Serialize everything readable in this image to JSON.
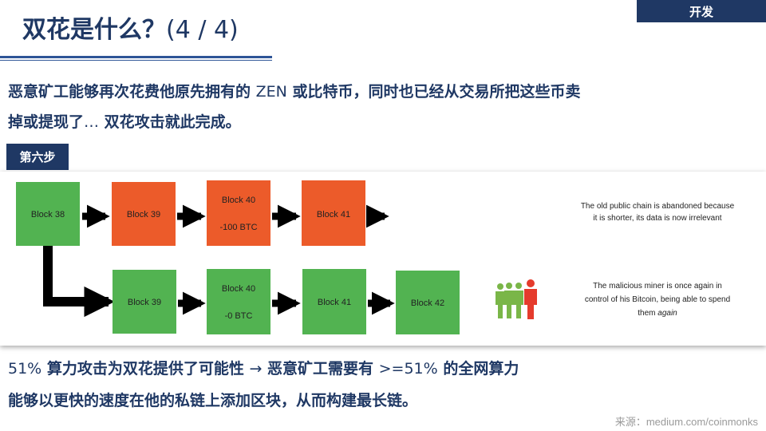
{
  "header": {
    "tag": "开发"
  },
  "title": {
    "main": "双花是什么？",
    "sub": "(4 / 4)"
  },
  "paragraph": {
    "part1": "恶意矿工能够再次花费他原先拥有的 ",
    "zen": "ZEN",
    "part2": " 或比特币，同时也已经从交易所把这些币卖",
    "line2a": "掉或提现了",
    "ellipsis": "…",
    "line2b": " 双花攻击就此完成。"
  },
  "step": {
    "label": "第六步"
  },
  "diagram": {
    "colors": {
      "orange": "#ec5b2a",
      "green": "#52b351",
      "arrow": "#000000",
      "person_green": "#7ab648",
      "person_red": "#e53b2c"
    },
    "top_chain": [
      {
        "label": "Block 38",
        "extra": ""
      },
      {
        "label": "Block 39",
        "extra": ""
      },
      {
        "label": "Block 40",
        "extra": "-100 BTC"
      },
      {
        "label": "Block 41",
        "extra": ""
      }
    ],
    "bottom_chain": [
      {
        "label": "Block 39",
        "extra": ""
      },
      {
        "label": "Block 40",
        "extra": "-0 BTC"
      },
      {
        "label": "Block 41",
        "extra": ""
      },
      {
        "label": "Block 42",
        "extra": ""
      }
    ],
    "note_top": {
      "line1": "The old public chain is abandoned because",
      "line2": "it is shorter, its data is now irrelevant"
    },
    "note_bottom": {
      "line1": "The malicious miner is once again in",
      "line2": "control of his Bitcoin, being able to spend",
      "line3a": "them ",
      "line3b": "again"
    },
    "icon": "group-of-people-one-red-icon"
  },
  "bottom": {
    "l1a": "51%",
    "l1b": " 算力攻击为双花提供了可能性 ",
    "l1c": "→",
    "l1d": " 恶意矿工需要有 ",
    "l1e": ">=51%",
    "l1f": " 的全网算力",
    "line2": "能够以更快的速度在他的私链上添加区块，从而构建最长链。"
  },
  "source": "来源：medium.com/coinmonks"
}
